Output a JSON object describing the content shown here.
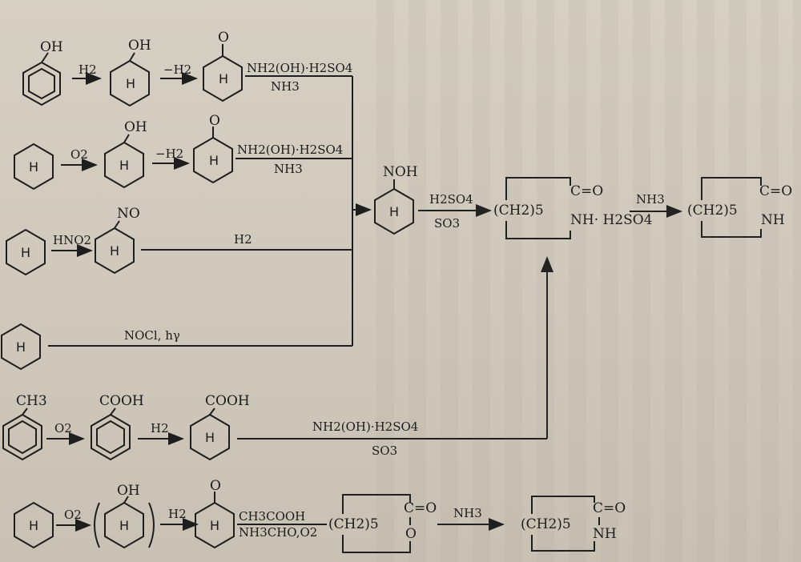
{
  "rings": {
    "H": "H"
  },
  "sub": {
    "oh": "OH",
    "o": "O",
    "no": "NO",
    "noh": "NOH",
    "ch3": "CH3",
    "cooh": "COOH",
    "co": "C=O",
    "nh": "NH",
    "nh_h2so4": "NH· H2SO4",
    "ch2_5": "(CH2)5",
    "o_ring": "O"
  },
  "reagents": {
    "h2": "H2",
    "minus_h2": "−H2",
    "o2": "O2",
    "hno2": "HNO2",
    "nocl": "NOCl, hγ",
    "hydroxylamine": "NH2(OH)·H2SO4",
    "nh3": "NH3",
    "h2so4": "H2SO4",
    "so3": "SO3",
    "peracid_top": "CH3COOH",
    "peracid_bottom": "NH3CHO,O2"
  }
}
